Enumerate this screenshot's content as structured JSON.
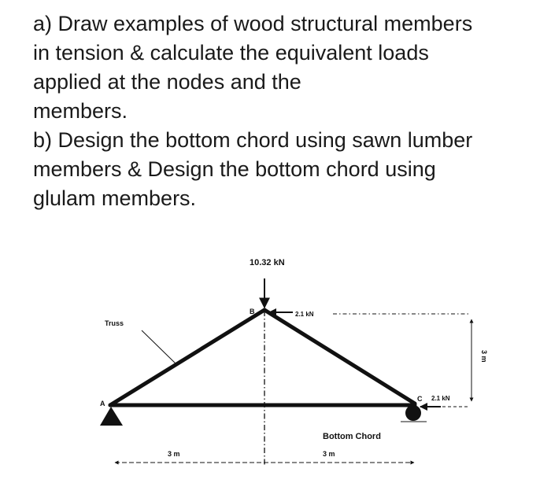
{
  "problem": {
    "lines": [
      "a) Draw examples of wood structural members",
      "in tension & calculate the equivalent loads",
      "applied at the nodes and the",
      "members.",
      "b) Design the bottom chord using sawn lumber",
      "members & Design the bottom chord using",
      "glulam members."
    ]
  },
  "diagram": {
    "load_top": "10.32 kN",
    "load_b": "2.1 kN",
    "load_c": "2.1 kN",
    "label_truss": "Truss",
    "node_a": "A",
    "node_b": "B",
    "node_c": "C",
    "label_bottom_chord": "Bottom Chord",
    "span_left": "3 m",
    "span_right": "3 m",
    "height": "3 m"
  }
}
